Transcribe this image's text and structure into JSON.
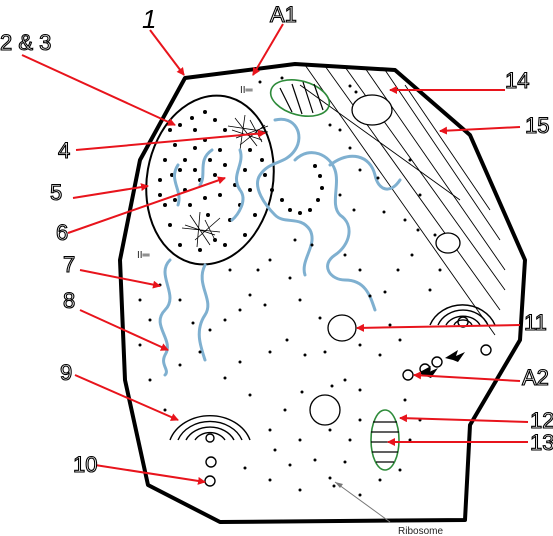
{
  "title_number": "1",
  "labels": {
    "A1": "A1",
    "A2": "A2",
    "l2_3": "2 & 3",
    "l4": "4",
    "l5": "5",
    "l6": "6",
    "l7": "7",
    "l8": "8",
    "l9": "9",
    "l10": "10",
    "l11": "11",
    "l12": "12",
    "l13": "13",
    "l14": "14",
    "l15": "15",
    "ribosome": "Ribosome",
    "mark_top": "II═",
    "mark_nucleus": "II═"
  },
  "colors": {
    "arrow": "#e8141c",
    "er": "#7fb0d0",
    "mitochondria": "#2e8b3a",
    "outline": "#000000"
  }
}
